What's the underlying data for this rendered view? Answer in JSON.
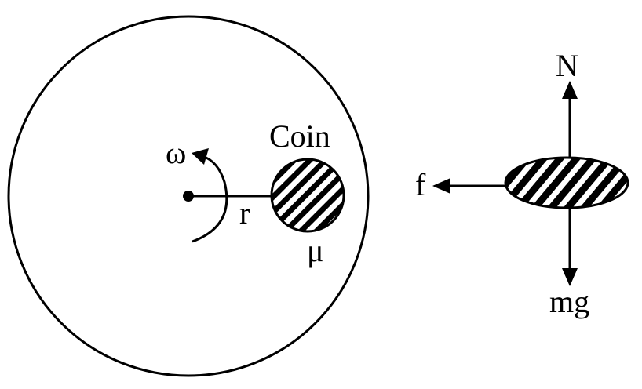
{
  "diagram": {
    "turntable": {
      "angular_velocity_label": "ω",
      "radius_label": "r",
      "object_label": "Coin",
      "friction_coefficient_label": "μ"
    },
    "free_body": {
      "normal_force_label": "N",
      "friction_force_label": "f",
      "weight_label": "mg"
    }
  },
  "colors": {
    "stroke": "#000000",
    "hatch": "#000000",
    "background": "#ffffff"
  },
  "icons": [
    "rotation-arrow-icon",
    "force-arrow-icon"
  ]
}
